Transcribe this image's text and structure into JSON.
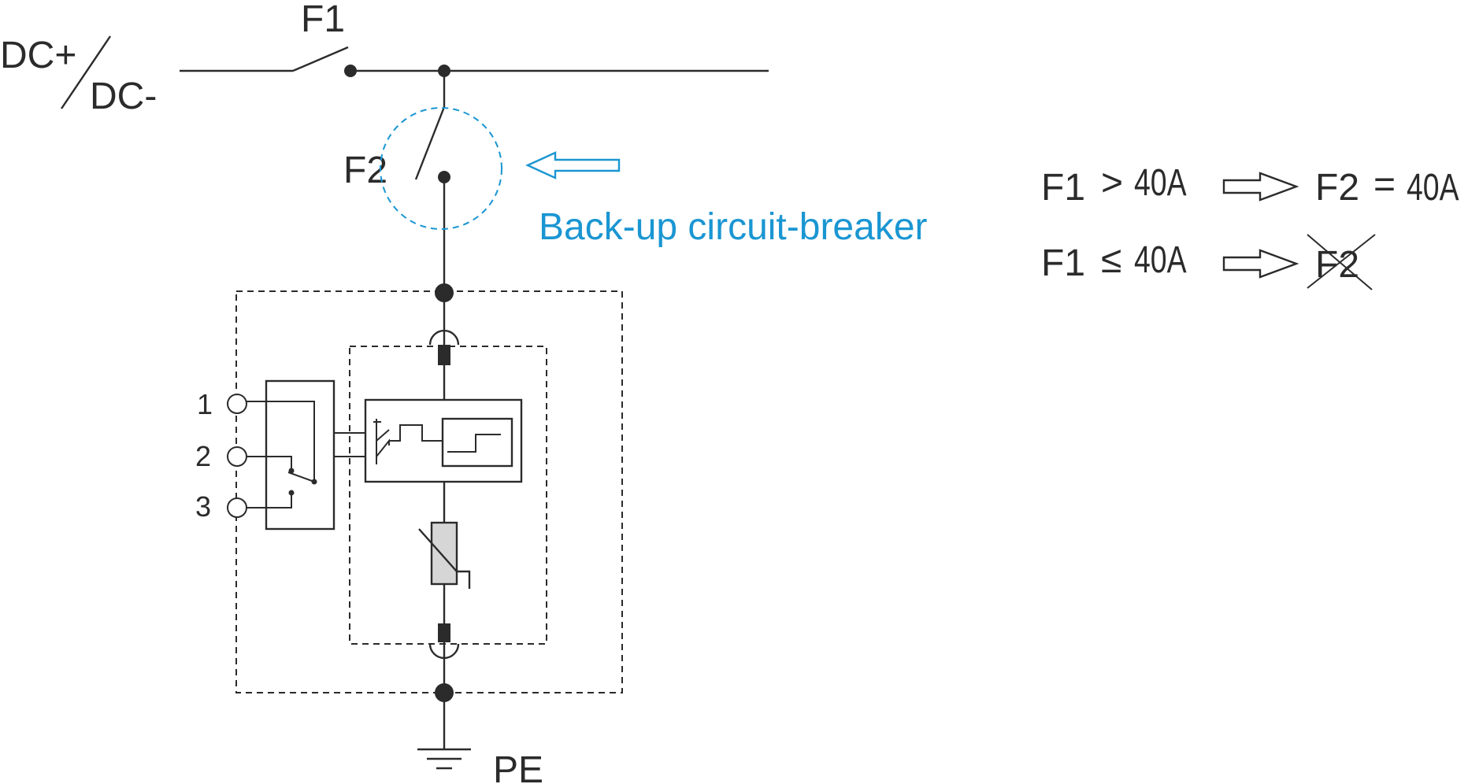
{
  "labels": {
    "dc_plus": "DC+",
    "dc_minus": "DC-",
    "f1": "F1",
    "f2": "F2",
    "backup": "Back-up circuit-breaker",
    "pe": "PE",
    "terminal_1": "1",
    "terminal_2": "2",
    "terminal_3": "3"
  },
  "rules": [
    {
      "lhs": "F1",
      "op": ">",
      "value": "40A",
      "rhs": "F2",
      "rhs_op": "=",
      "rhs_value": "40A"
    },
    {
      "lhs": "F1",
      "op": "≤",
      "value": "40A",
      "rhs": "F2"
    }
  ],
  "colors": {
    "accent": "#1a96d2",
    "line": "#2b2b2b",
    "varistor_fill": "#d6d6d6"
  }
}
